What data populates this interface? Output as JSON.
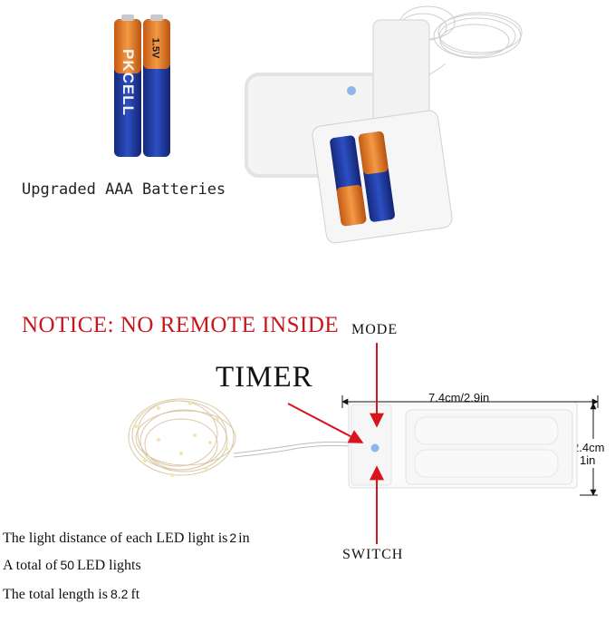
{
  "top": {
    "battery_brand": "PKCELL",
    "battery_voltage": "1.5V",
    "caption": "Upgraded AAA Batteries"
  },
  "notice": {
    "text": "NOTICE: NO REMOTE INSIDE"
  },
  "diagram": {
    "mode_label": "MODE",
    "timer_label": "TIMER",
    "switch_label": "SWITCH",
    "width_label": "7.4cm/2.9in",
    "height_cm": "2.4cm",
    "height_in": "1in"
  },
  "specs": {
    "line1_prefix": "The light distance of each LED light is",
    "line1_value": "2",
    "line1_unit": "in",
    "line2_prefix": "A total of",
    "line2_value": "50",
    "line2_suffix": "LED lights",
    "line3_prefix": "The total length is",
    "line3_value": "8.2",
    "line3_unit": "ft"
  },
  "colors": {
    "notice_red": "#c8161d",
    "arrow_red": "#d8141c",
    "battery_blue": "#1f3a9e",
    "battery_orange": "#e0701f",
    "mode_dot": "#8fb6e8"
  }
}
